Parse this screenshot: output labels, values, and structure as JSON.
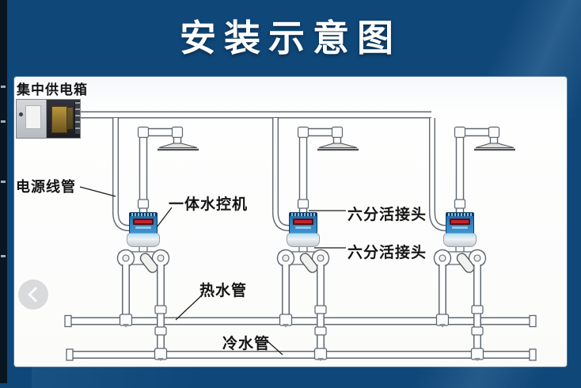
{
  "title": "安装示意图",
  "station_count": 3,
  "labels": {
    "power_box": "集中供电箱",
    "power_conduit": "电源线管",
    "water_controller": "一体水控机",
    "union_joint_upper": "六分活接头",
    "union_joint_lower": "六分活接头",
    "hot_water_pipe": "热水管",
    "cold_water_pipe": "冷水管"
  },
  "colors": {
    "background": "#0f4779",
    "panel": "#ffffff",
    "title_text": "#ffffff",
    "label_text": "#141414",
    "pipe_outline": "#5f6770",
    "controller_blue": "#2f86c4",
    "display_red": "#c1252b"
  },
  "icons": {
    "prev_nav": "chevron-left"
  }
}
